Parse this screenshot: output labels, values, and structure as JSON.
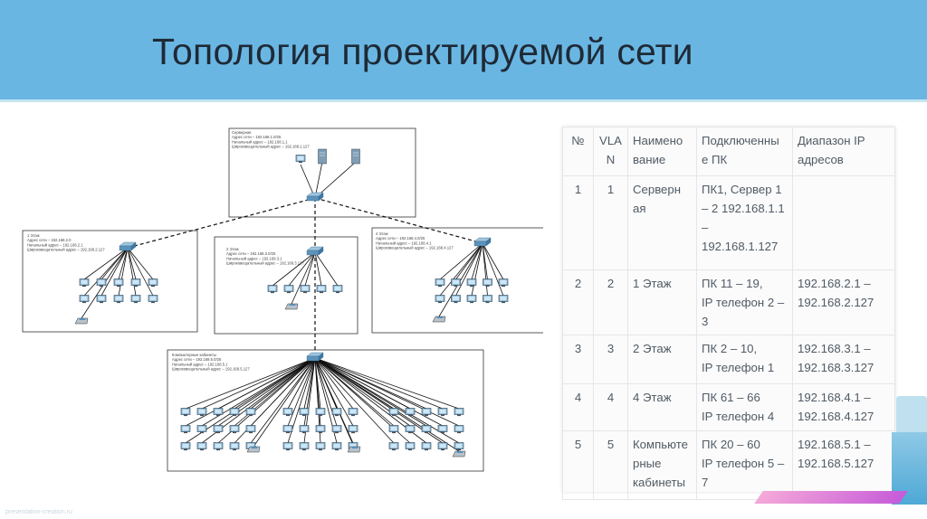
{
  "slide": {
    "title": "Топология проектируемой сети",
    "footer": "presentation-creation.ru"
  },
  "colors": {
    "header": "#6ab6e3",
    "text": "#1e2a36"
  },
  "diagram": {
    "server_box": {
      "lines": [
        "Серверная",
        "Адрес сети – 192.168.1.0/25",
        "Начальный адрес – 192.168.1.1",
        "Широковещательный адрес – 192.168.1.127"
      ]
    },
    "floor1_box": {
      "lines": [
        "1 Этаж",
        "Адрес сети – 192.168.2.0",
        "Начальный адрес – 192.168.2.1",
        "Широковещательный адрес – 192.168.2.127"
      ]
    },
    "floor2_box": {
      "lines": [
        "2 Этаж",
        "Адрес сети – 192.168.3.0/25",
        "Начальный адрес – 192.168.3.1",
        "Широковещательный адрес – 192.168.3.127"
      ]
    },
    "floor4_box": {
      "lines": [
        "4 Этаж",
        "Адрес сети – 192.168.4.0/25",
        "Начальный адрес – 192.168.4.1",
        "Широковещательный адрес – 192.168.4.127"
      ]
    },
    "labs_box": {
      "lines": [
        "Компьютерные кабинеты",
        "Адрес сети – 192.168.5.0/25",
        "Начальный адрес – 192.168.5.1",
        "Широковещательный адрес – 192.168.5.127"
      ]
    }
  },
  "table": {
    "headers": [
      [
        "№"
      ],
      [
        "VLA",
        "N"
      ],
      [
        "Наимено",
        "вание"
      ],
      [
        "Подключенны",
        "е ПК"
      ],
      [
        "Диапазон IP",
        "адресов"
      ]
    ],
    "rows": [
      [
        [
          "1"
        ],
        [
          "1"
        ],
        [
          "Серверн",
          "ая"
        ],
        [
          "ПК1, Сервер 1",
          "– 2  192.168.1.1",
          "– 192.168.1.127"
        ],
        []
      ],
      [
        [
          "2"
        ],
        [
          "2"
        ],
        [
          "1 Этаж"
        ],
        [
          "ПК 11 – 19,",
          "IP телефон 2 –",
          "3"
        ],
        [
          "192.168.2.1 –",
          "192.168.2.127"
        ]
      ],
      [
        [
          "3"
        ],
        [
          "3"
        ],
        [
          "2 Этаж"
        ],
        [
          "ПК 2 – 10,",
          "IP телефон 1"
        ],
        [
          "192.168.3.1 –",
          "192.168.3.127"
        ]
      ],
      [
        [
          "4"
        ],
        [
          "4"
        ],
        [
          "4 Этаж"
        ],
        [
          "ПК 61 – 66",
          "IP телефон 4"
        ],
        [
          "192.168.4.1 –",
          "192.168.4.127"
        ]
      ],
      [
        [
          "5"
        ],
        [
          "5"
        ],
        [
          "Компьюте",
          "рные",
          "кабинеты"
        ],
        [
          "ПК 20 – 60",
          "IP телефон 5 –",
          "7"
        ],
        [
          "192.168.5.1 –",
          "192.168.5.127"
        ]
      ]
    ]
  }
}
